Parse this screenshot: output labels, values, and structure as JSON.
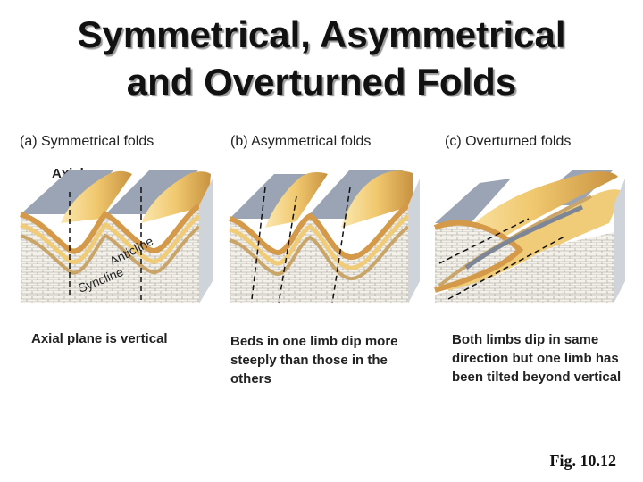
{
  "title_line1": "Symmetrical, Asymmetrical",
  "title_line2": "and Overturned Folds",
  "panels": [
    {
      "label": "(a)  Symmetrical folds",
      "caption": "Axial plane is vertical"
    },
    {
      "label": "(b)  Asymmetrical folds",
      "caption": "Beds in one limb dip more steeply than those in the others"
    },
    {
      "label": "(c)  Overturned folds",
      "caption": "Both limbs dip in same direction but one limb has been tilted beyond vertical"
    }
  ],
  "annotations": {
    "axial_plane": "Axial plane",
    "anticline": "Anticline",
    "syncline": "Syncline"
  },
  "figure_label": "Fig. 10.12",
  "colors": {
    "top_surface": "#9aa4b4",
    "limb_yellow": "#f1cc78",
    "limb_orange": "#d49a4a",
    "strata_white": "#f3f1ea",
    "strata_tan": "#c9a56a"
  }
}
